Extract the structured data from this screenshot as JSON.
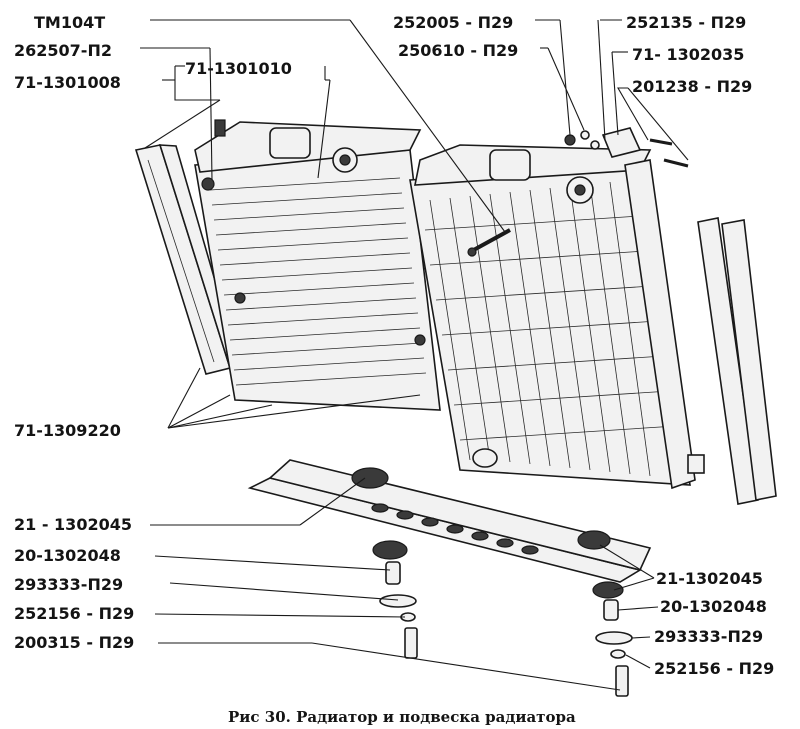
{
  "labels": {
    "tm104t": "ТМ104Т",
    "l262507": "262507-П2",
    "l71_1301008": "71-1301008",
    "l71_1301010": "71-1301010",
    "l71_1309220": "71-1309220",
    "l252005": "252005 - П29",
    "l250610": "250610 - П29",
    "l252135": "252135 - П29",
    "l71_1302035": "71- 1302035",
    "l201238": "201238 - П29",
    "l21_1302045_left": "21 - 1302045",
    "l20_1302048_left": "20-1302048",
    "l293333_left": "293333-П29",
    "l252156_left": "252156 - П29",
    "l200315": "200315 - П29",
    "l21_1302045_right": "21-1302045",
    "l20_1302048_right": "20-1302048",
    "l293333_right": "293333-П29",
    "l252156_right": "252156 - П29"
  },
  "caption": "Рис 30. Радиатор и подвеска радиатора"
}
